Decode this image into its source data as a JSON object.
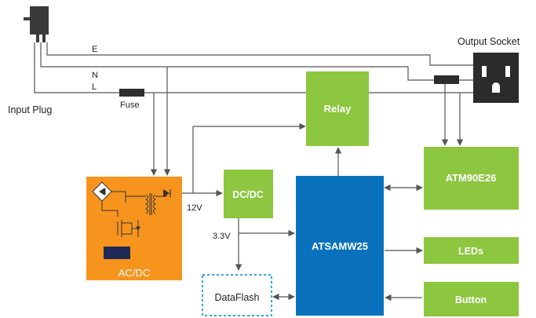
{
  "labels": {
    "input_plug": "Input Plug",
    "output_socket": "Output Socket",
    "earth": "E",
    "neutral": "N",
    "line": "L",
    "fuse": "Fuse",
    "v12": "12V",
    "v33": "3.3V"
  },
  "blocks": {
    "relay": "Relay",
    "atm90e26": "ATM90E26",
    "acdc": "AC/DC",
    "dcdc": "DC/DC",
    "atsamw25": "ATSAMW25",
    "leds": "LEDs",
    "button": "Button",
    "dataflash": "DataFlash"
  },
  "colors": {
    "green": "#8dc63f",
    "blue": "#0a72bd",
    "orange": "#f7941d",
    "dataflash_border": "#29a8e0",
    "wire": "#555555"
  }
}
